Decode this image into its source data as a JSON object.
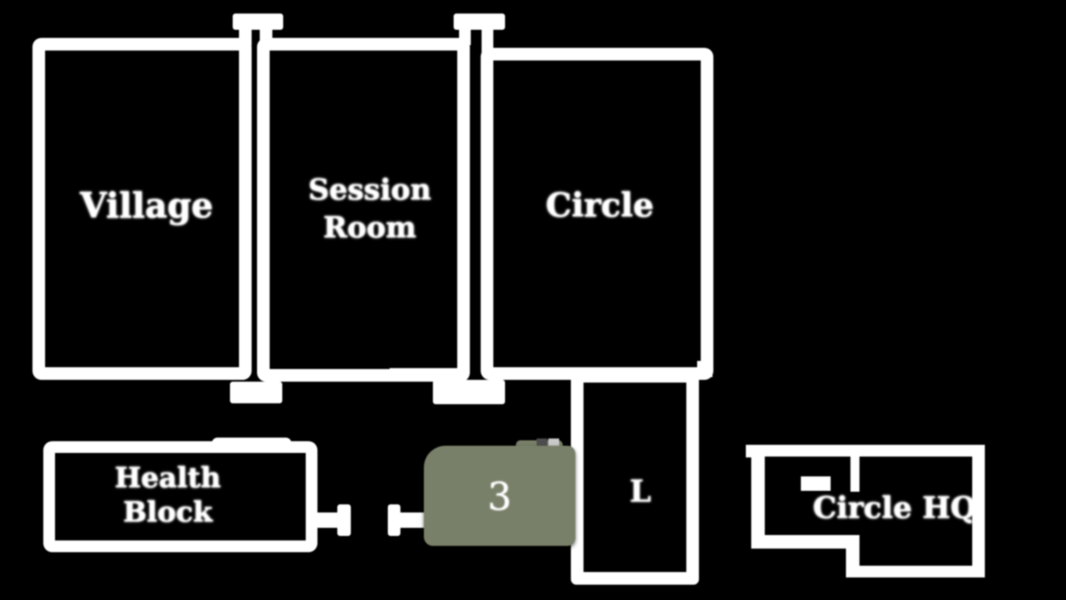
{
  "map": {
    "background_color": "#000000",
    "wall_color": "#ffffff",
    "highlight_color": "#788069",
    "tab_dark_color": "#4d4d4d",
    "tab_light_color": "#c9c9c9",
    "buildings": {
      "village": {
        "label": "Village"
      },
      "session_room": {
        "line1": "Session",
        "line2": "Room"
      },
      "circle": {
        "label": "Circle"
      },
      "health_block": {
        "line1": "Health",
        "line2": "Block"
      },
      "unit_3": {
        "label": "3"
      },
      "annex": {
        "label": "L"
      },
      "circle_hq": {
        "label": "Circle HQ"
      }
    }
  }
}
